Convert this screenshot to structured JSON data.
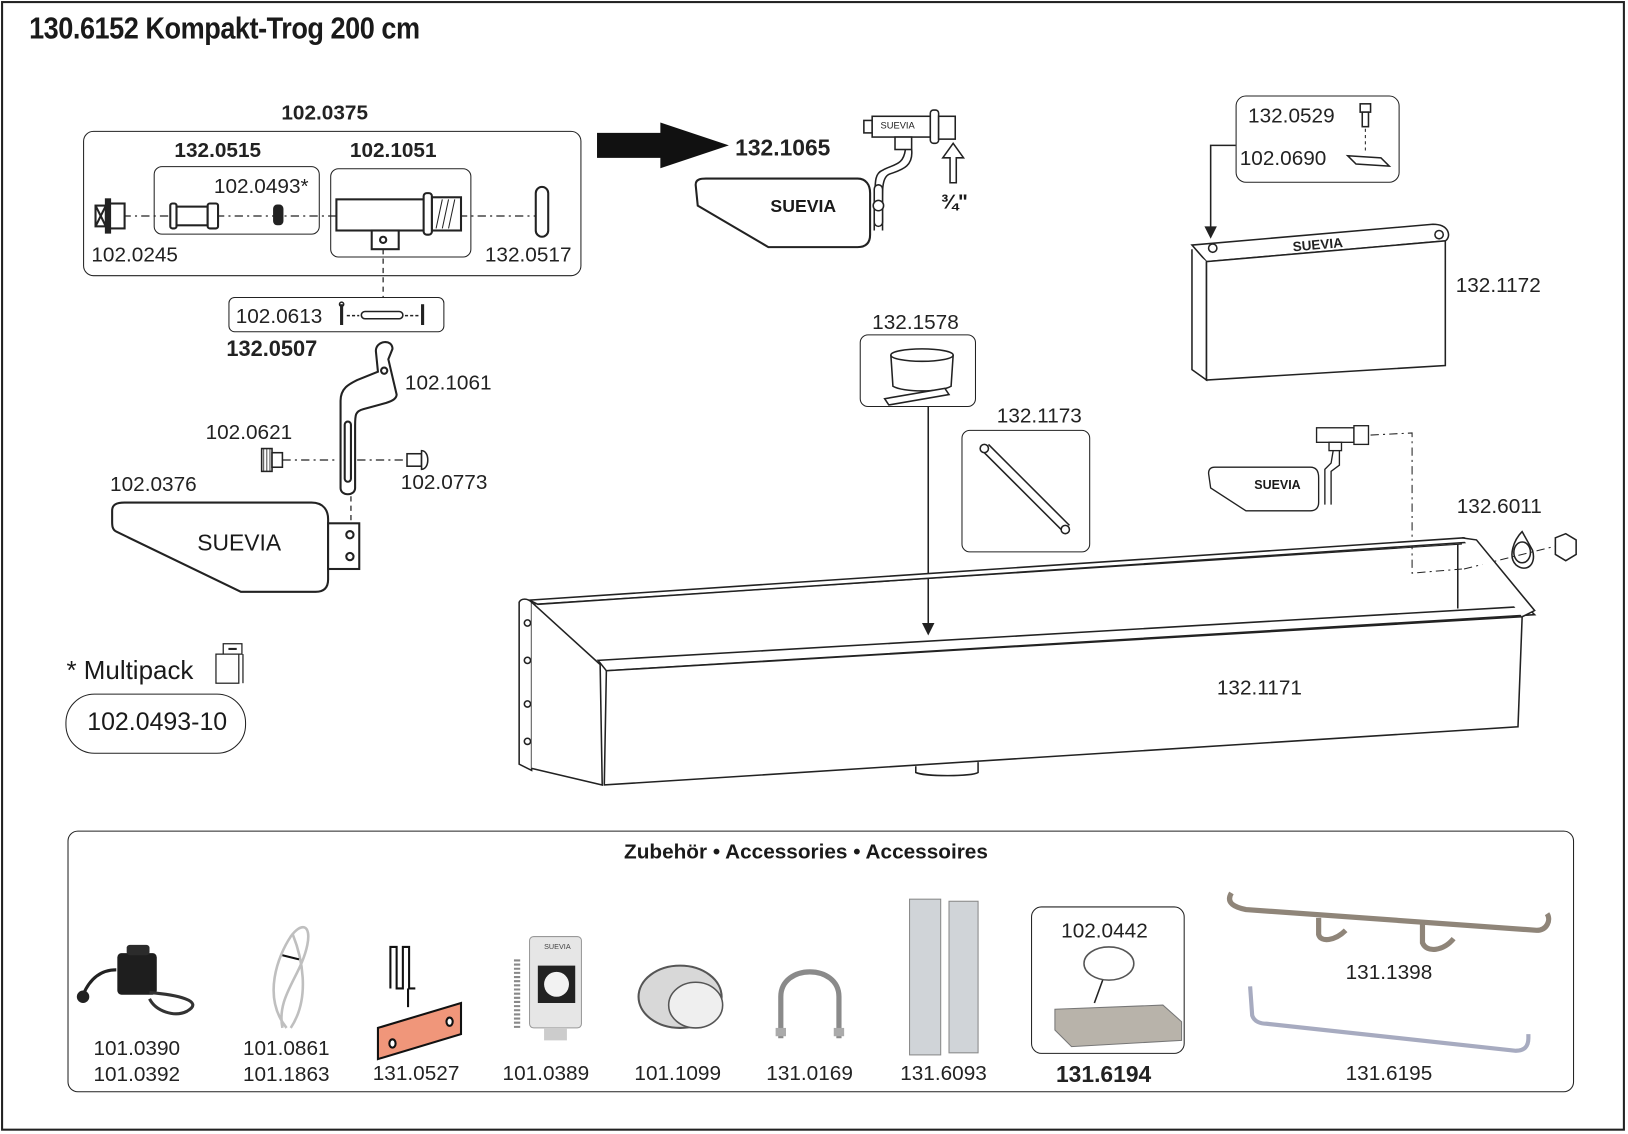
{
  "title": "130.6152 Kompakt-Trog 200 cm",
  "valve_assembly": {
    "group": "102.0375",
    "sub_group_a": "132.0515",
    "sub_group_b": "102.1051",
    "parts": {
      "plug": "102.0245",
      "seal": "102.0493*",
      "nut": "132.0517",
      "valve_brand": "SUEVIA"
    }
  },
  "pin_set": {
    "label": "102.0613",
    "group": "132.0507"
  },
  "float_arm": {
    "lever": "102.1061",
    "knob": "102.0621",
    "screw": "102.0773",
    "float": "102.0376",
    "float_brand": "SUEVIA"
  },
  "complete_valve": {
    "part": "132.1065",
    "brand": "SUEVIA",
    "thread": "¾\""
  },
  "cover": {
    "screw": "132.0529",
    "clamp": "102.0690",
    "cover": "132.1172",
    "brand": "SUEVIA"
  },
  "trough": {
    "cup": "132.1578",
    "strut": "132.1173",
    "small_valve_brand": "SUEVIA",
    "fitting": "132.6011",
    "body": "132.1171"
  },
  "multipack": {
    "label": "* Multipack",
    "part": "102.0493-10"
  },
  "accessories": {
    "heading": "Zubehör • Accessories • Accessoires",
    "items": [
      {
        "name": "transformer",
        "codes": [
          "101.0390",
          "101.0392"
        ]
      },
      {
        "name": "heating-cable",
        "codes": [
          "101.0861",
          "101.1863"
        ]
      },
      {
        "name": "heating-element",
        "codes": [
          "131.0527"
        ]
      },
      {
        "name": "thermostat",
        "codes": [
          "101.0389"
        ]
      },
      {
        "name": "tape",
        "codes": [
          "101.1099"
        ]
      },
      {
        "name": "u-bolt",
        "codes": [
          "131.0169"
        ]
      },
      {
        "name": "mounting-plates",
        "codes": [
          "131.6093"
        ]
      },
      {
        "name": "heated-tray",
        "codes": [
          "131.6194"
        ],
        "sub": "102.0442"
      },
      {
        "name": "protection-bar",
        "codes": [
          "131.1398"
        ]
      },
      {
        "name": "connecting-pipe",
        "codes": [
          "131.6195"
        ]
      }
    ]
  },
  "colors": {
    "line": "#222222",
    "heating_plate": "#f0967a"
  }
}
